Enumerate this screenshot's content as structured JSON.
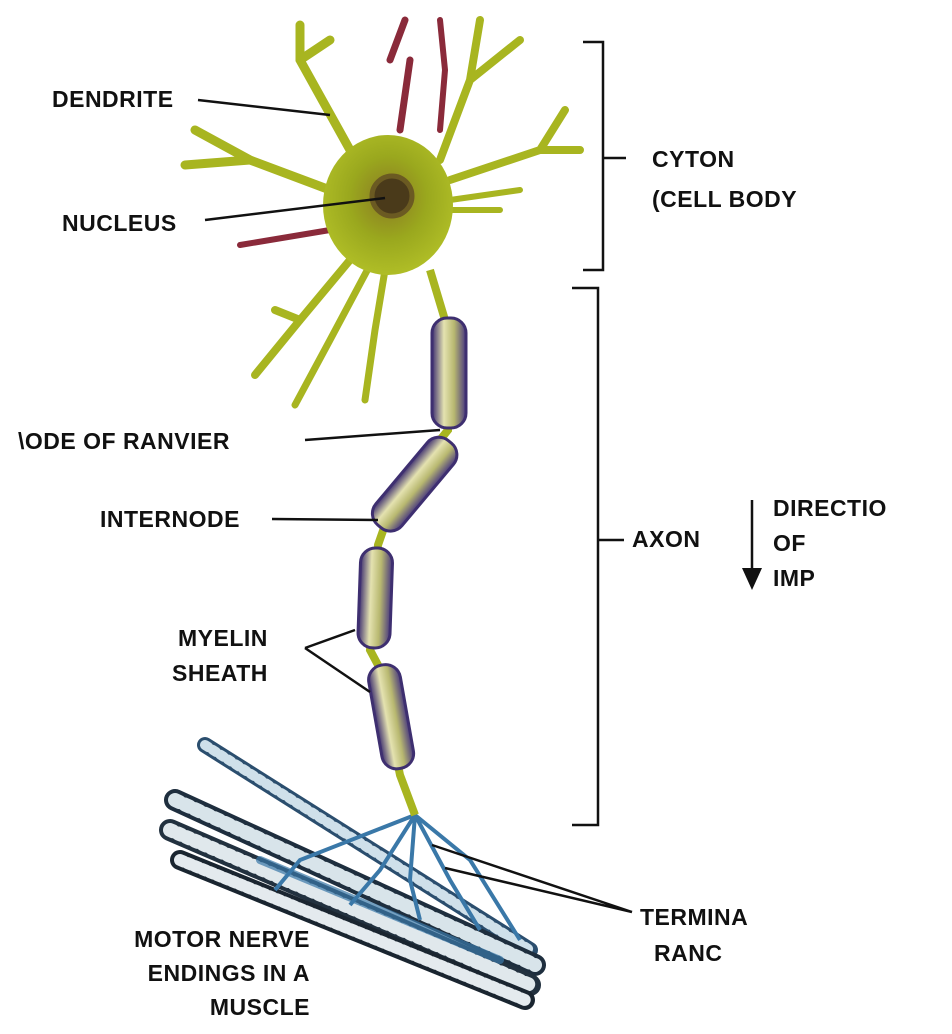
{
  "diagram": {
    "subject": "neuron",
    "labels": {
      "dendrite": "DENDRITE",
      "nucleus": "NUCLEUS",
      "cyton_line1": "CYTON",
      "cyton_line2": "(CELL BODY",
      "node_of_ranvier": "\\ODE OF RANVIER",
      "internode": "INTERNODE",
      "axon": "AXON",
      "direction_line1": "DIRECTIO",
      "direction_line2": "OF",
      "direction_line3": "IMP",
      "myelin_line1": "MYELIN",
      "myelin_line2": "SHEATH",
      "terminal_line1": "TERMINA",
      "terminal_line2": "RANC",
      "motor_line1": "MOTOR NERVE",
      "motor_line2": "ENDINGS IN A",
      "motor_line3": "MUSCLE"
    },
    "colors": {
      "cell_body": "#a8b520",
      "cell_dark": "#6e6a1a",
      "myelin": "#5a4a8c",
      "myelin_light": "#d8d8a8",
      "dendrite_red": "#8a2a3a",
      "muscle_blue": "#3a78a8",
      "line": "#111111"
    }
  }
}
